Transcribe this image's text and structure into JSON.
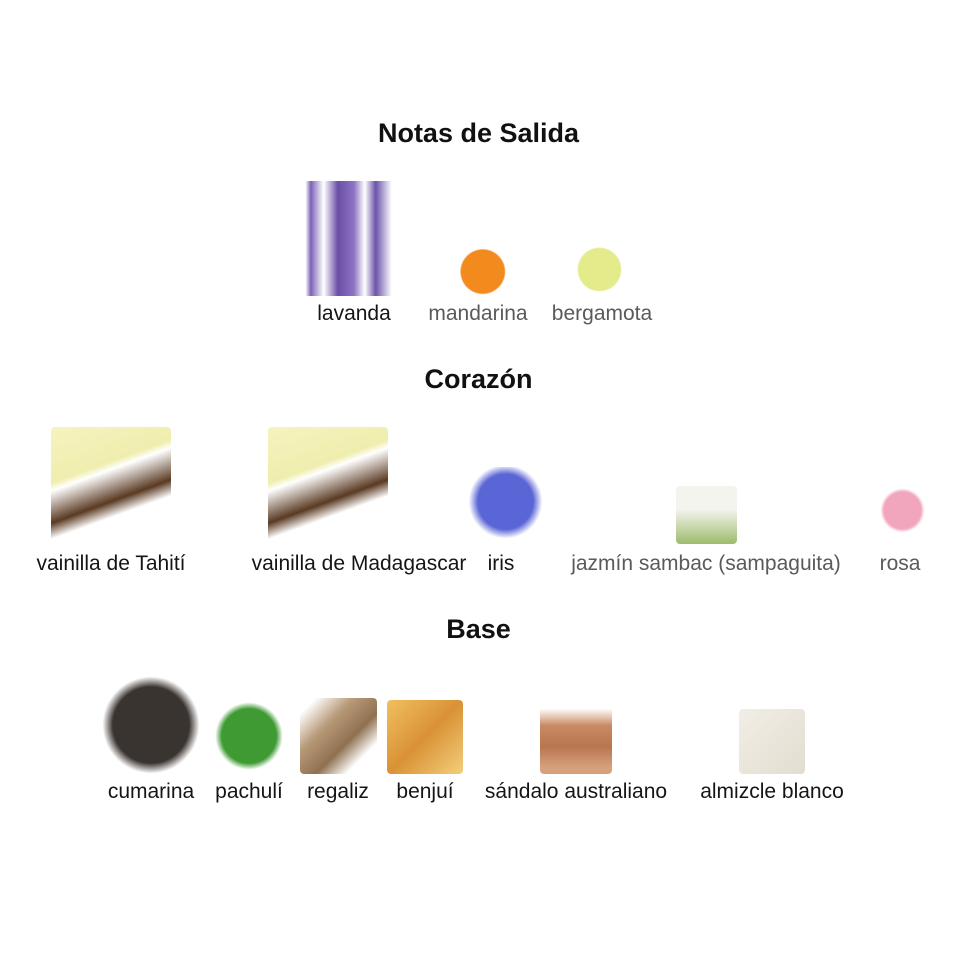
{
  "sections": [
    {
      "title": "Notas de Salida",
      "notes": [
        {
          "label": "lavanda",
          "icon": "lavender-icon",
          "strength": "strong"
        },
        {
          "label": "mandarina",
          "icon": "mandarin-icon",
          "strength": "weak"
        },
        {
          "label": "bergamota",
          "icon": "bergamot-icon",
          "strength": "weak"
        }
      ]
    },
    {
      "title": "Corazón",
      "notes": [
        {
          "label": "vainilla de Tahití",
          "icon": "vanilla-icon",
          "strength": "strong"
        },
        {
          "label": "vainilla de Madagascar",
          "icon": "vanilla-icon",
          "strength": "strong"
        },
        {
          "label": "iris",
          "icon": "iris-icon",
          "strength": "strong"
        },
        {
          "label": "jazmín sambac (sampaguita)",
          "icon": "jasmine-icon",
          "strength": "weak"
        },
        {
          "label": "rosa",
          "icon": "rose-icon",
          "strength": "weak"
        }
      ]
    },
    {
      "title": "Base",
      "notes": [
        {
          "label": "cumarina",
          "icon": "tonka-bean-icon",
          "strength": "strong"
        },
        {
          "label": "pachulí",
          "icon": "patchouli-icon",
          "strength": "strong"
        },
        {
          "label": "regaliz",
          "icon": "licorice-icon",
          "strength": "strong"
        },
        {
          "label": "benjuí",
          "icon": "benzoin-icon",
          "strength": "strong"
        },
        {
          "label": "sándalo australiano",
          "icon": "sandalwood-icon",
          "strength": "strong"
        },
        {
          "label": "almizcle blanco",
          "icon": "white-musk-icon",
          "strength": "strong"
        }
      ]
    }
  ]
}
